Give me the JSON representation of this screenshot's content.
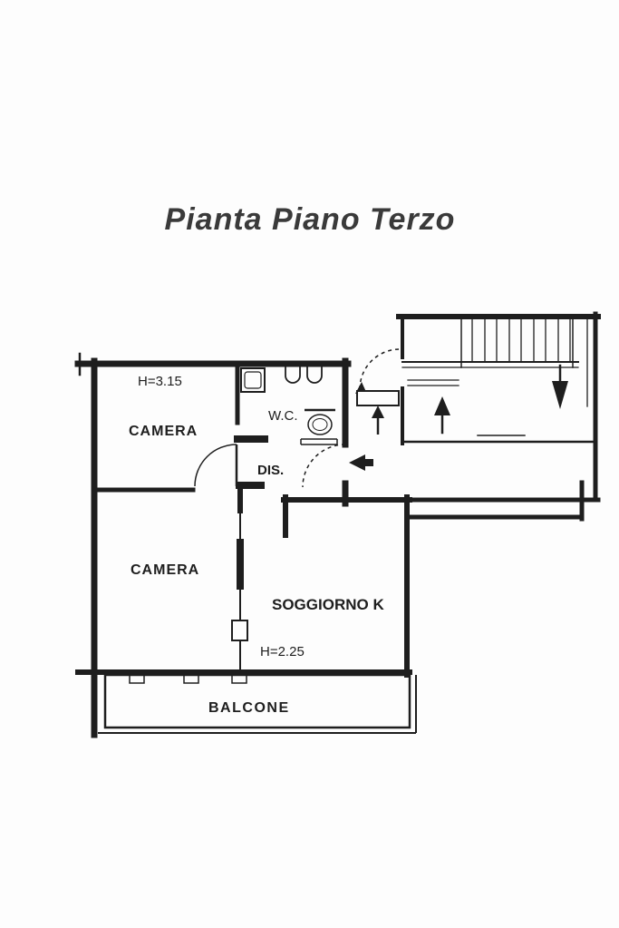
{
  "title": "Pianta Piano Terzo",
  "colors": {
    "ink": "#1e1e1e",
    "paper": "#fdfdfd"
  },
  "rooms": {
    "camera1": {
      "label": "CAMERA",
      "height": "H=3.15"
    },
    "wc": {
      "label": "W.C."
    },
    "dis": {
      "label": "DIS."
    },
    "camera2": {
      "label": "CAMERA"
    },
    "soggiorno": {
      "label": "SOGGIORNO K",
      "height": "H=2.25"
    },
    "balcone": {
      "label": "BALCONE"
    }
  }
}
